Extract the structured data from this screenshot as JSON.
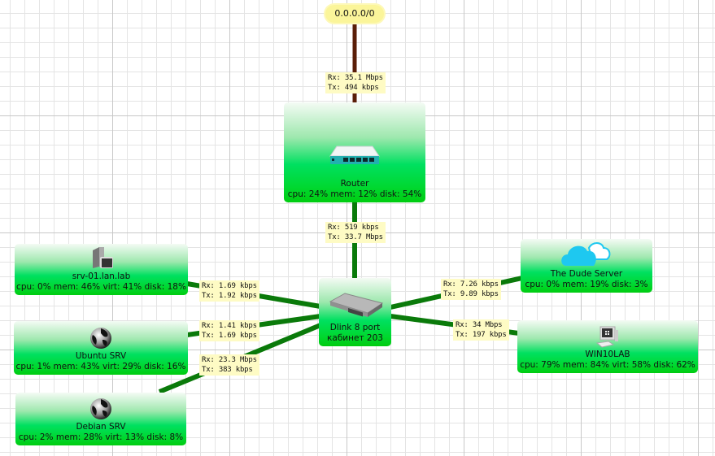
{
  "internet": {
    "label": "0.0.0.0/0"
  },
  "nodes": {
    "router": {
      "name": "Router",
      "stats": "cpu: 24% mem: 12% disk: 54%",
      "icon": "mikrotik-router-icon"
    },
    "switch": {
      "name": "Dlink 8 port",
      "name2": "кабинет 203",
      "icon": "network-switch-icon"
    },
    "srv01": {
      "name": "srv-01.lan.lab",
      "stats": "cpu: 0% mem: 46% virt: 41% disk: 18%",
      "icon": "server-icon"
    },
    "ubuntu": {
      "name": "Ubuntu SRV",
      "stats": "cpu: 1% mem: 43% virt: 29% disk: 16%",
      "icon": "globe-icon"
    },
    "debian": {
      "name": "Debian SRV",
      "stats": "cpu: 2% mem: 28% virt: 13% disk: 8%",
      "icon": "globe-icon"
    },
    "dude": {
      "name": "The Dude Server",
      "stats": "cpu: 0% mem: 19% disk: 3%",
      "icon": "cloud-icon"
    },
    "win10": {
      "name": "WIN10LAB",
      "stats": "cpu: 79% mem: 84% virt: 58% disk: 62%",
      "icon": "windows-pc-icon"
    }
  },
  "links": {
    "internet_router": {
      "rx": "Rx: 35.1 Mbps",
      "tx": "Tx: 494 kbps",
      "color": "#5a1e08"
    },
    "router_switch": {
      "rx": "Rx: 519 kbps",
      "tx": "Tx: 33.7 Mbps",
      "color": "#0a7a0a"
    },
    "srv01_switch": {
      "rx": "Rx: 1.69 kbps",
      "tx": "Tx: 1.92 kbps",
      "color": "#0a7a0a"
    },
    "ubuntu_switch": {
      "rx": "Rx: 1.41 kbps",
      "tx": "Tx: 1.69 kbps",
      "color": "#0a7a0a"
    },
    "debian_switch": {
      "rx": "Rx: 23.3 Mbps",
      "tx": "Tx: 383 kbps",
      "color": "#0a7a0a"
    },
    "dude_switch": {
      "rx": "Rx: 7.26 kbps",
      "tx": "Tx: 9.89 kbps",
      "color": "#0a7a0a"
    },
    "win10_switch": {
      "rx": "Rx: 34 Mbps",
      "tx": "Tx: 197 kbps",
      "color": "#0a7a0a"
    }
  }
}
